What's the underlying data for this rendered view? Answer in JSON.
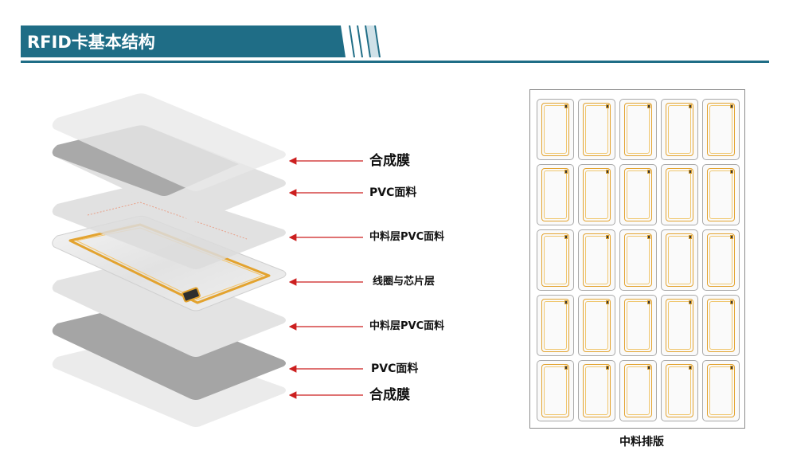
{
  "header": {
    "title": "RFID卡基本结构"
  },
  "diagram": {
    "layer_labels": [
      "合成膜",
      "PVC面料",
      "中料层PVC面料",
      "线圈与芯片层",
      "中料层PVC面料",
      "PVC面料",
      "合成膜"
    ],
    "colors": {
      "film": "#e6e6e6",
      "pvc": "#9e9e9e",
      "arrow": "#cc1f1f",
      "coil": "#e3a32f",
      "header": "#1f6d86"
    }
  },
  "sheet": {
    "caption": "中料排版",
    "rows": 5,
    "columns": 5
  }
}
